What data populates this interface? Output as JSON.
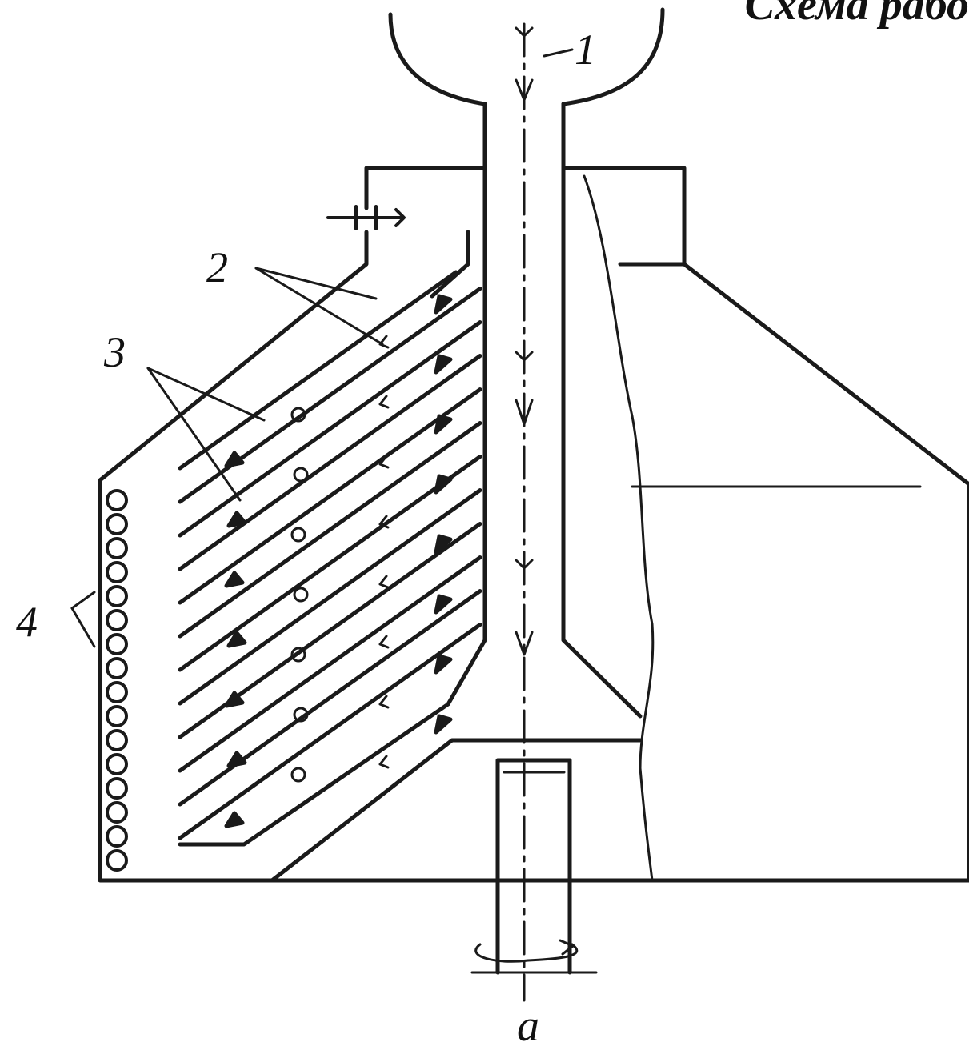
{
  "corner_text": "Схема рабо",
  "labels": {
    "inlet": "1",
    "outlet_2": "2",
    "outlet_3": "3",
    "sediment": "4",
    "subfigure": "а"
  },
  "colors": {
    "ink": "#1a1a1a",
    "background": "#ffffff"
  }
}
